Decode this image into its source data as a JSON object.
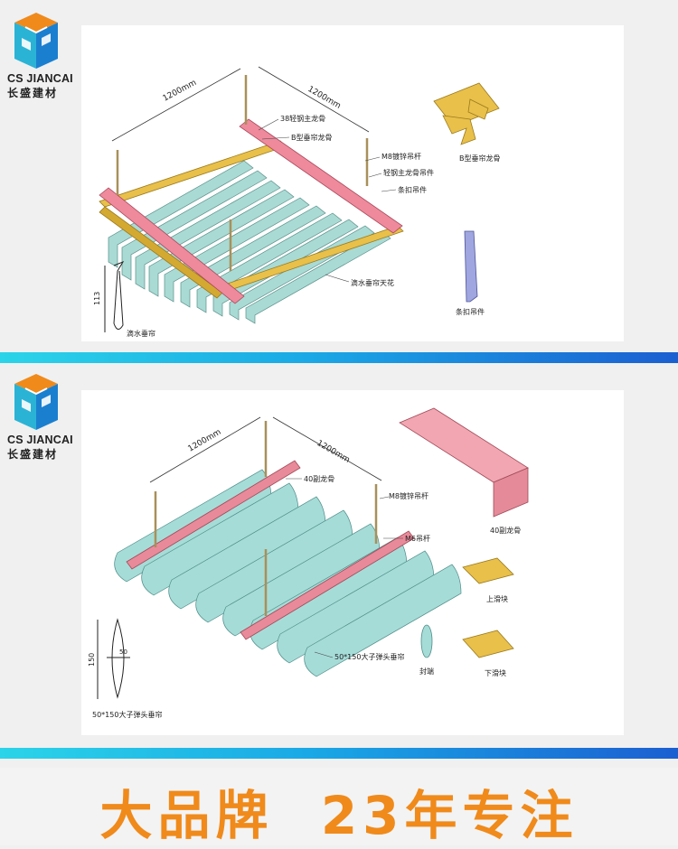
{
  "brand": {
    "name_en": "CS JIANCAI",
    "name_cn": "长盛建材",
    "colors": {
      "teal": "#2bb3d6",
      "blue": "#1b7fd0",
      "orange": "#f08a1a"
    }
  },
  "panel1": {
    "dim_a": "1200mm",
    "dim_b": "1200mm",
    "labels": {
      "main_keel": "38轻钢主龙骨",
      "b_keel": "B型垂帘龙骨",
      "rod": "M8镀锌吊杆",
      "main_hanger": "轻钢主龙骨吊件",
      "strip_hanger": "条扣吊件",
      "ceiling": "滴水垂帘天花",
      "part_b_keel": "B型垂帘龙骨",
      "part_strip_hanger": "条扣吊件",
      "profile_height": "113",
      "profile_name": "滴水垂帘"
    }
  },
  "panel2": {
    "dim_a": "1200mm",
    "dim_b": "1200mm",
    "labels": {
      "keel40": "40副龙骨",
      "rod": "M8镀锌吊杆",
      "rod_m6": "M6吊杆",
      "ceiling": "50*150大子弹头垂帘",
      "end_cap": "封端",
      "part_keel40": "40副龙骨",
      "top_slider": "上滑块",
      "bottom_slider": "下滑块",
      "profile_height": "150",
      "profile_width": "50",
      "profile_name": "50*150大子弹头垂帘"
    }
  },
  "slogan": {
    "text": "大品牌  23年专注"
  }
}
